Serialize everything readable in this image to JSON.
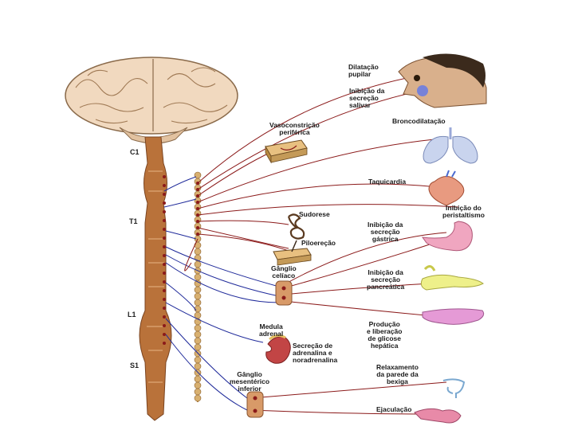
{
  "spinal_levels": [
    "C1",
    "T1",
    "L1",
    "S1"
  ],
  "labels": {
    "pupil": "Dilatação\npupilar",
    "saliva": "Inibição da\nsecreção\nsalivar",
    "vaso": "Vasoconstrição\nperiférica",
    "broncho": "Broncodilatação",
    "tachy": "Taquicardia",
    "peristalsis": "Inibição do\nperistaltismo",
    "sweat": "Sudorese",
    "gastric": "Inibição da\nsecreção\ngástrica",
    "piloerection": "Piloereção",
    "celiac": "Gânglio\ncelíaco",
    "pancreatic": "Inibição da\nsecreção\npancreática",
    "glucose": "Produção\ne liberação\nde glicose\nhepática",
    "adrenal": "Medula\nadrenal",
    "adrenaline": "Secreção de\nadrenalina e\nnoradrenalina",
    "mesenteric": "Gânglio\nmesentérico\ninferior",
    "bladder": "Relaxamento\nda parede da\nbexiga",
    "ejaculation": "Ejaculação"
  },
  "colors": {
    "nerve_red": "#8b1a1a",
    "nerve_blue": "#1f2a9a",
    "cord": "#b9723a",
    "chain": "#d8b070",
    "brain": "#f1d9bf",
    "lung": "#c9d4ee",
    "heart": "#e89a80",
    "stomach": "#f0a6c0",
    "pancreas": "#eef08a",
    "liver": "#e59ad6",
    "kidney": "#c24545"
  },
  "icons": [
    "brain-icon",
    "face-icon",
    "skin-block-icon",
    "sweat-gland-icon",
    "hair-follicle-icon",
    "lungs-icon",
    "heart-icon",
    "stomach-icon",
    "pancreas-icon",
    "liver-icon",
    "adrenal-kidney-icon",
    "bladder-icon",
    "genital-icon"
  ]
}
